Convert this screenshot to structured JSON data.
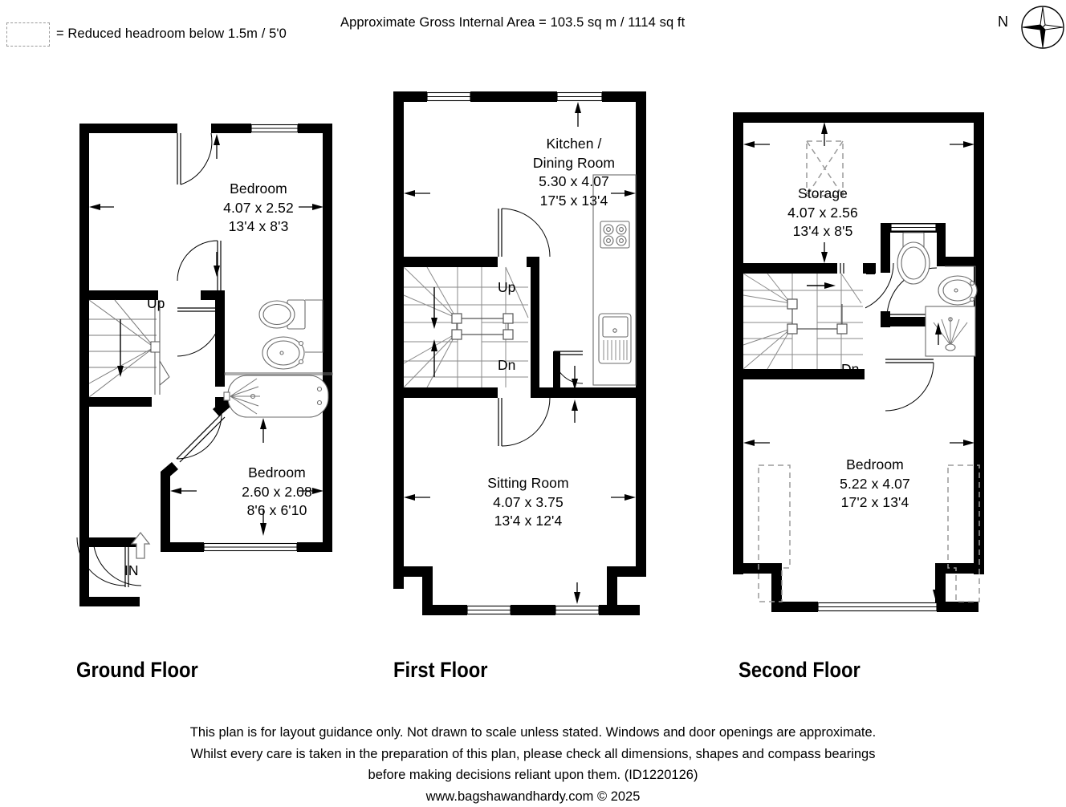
{
  "header": {
    "legend_note": "= Reduced headroom below 1.5m / 5'0",
    "area_note": "Approximate Gross Internal Area = 103.5 sq m / 1114 sq ft",
    "compass_label": "N"
  },
  "floors": [
    {
      "id": "ground",
      "title": "Ground Floor",
      "rooms": [
        {
          "name": "Bedroom",
          "metric": "4.07 x 2.52",
          "imperial": "13'4 x 8'3"
        },
        {
          "name": "Bedroom",
          "metric": "2.60 x 2.08",
          "imperial": "8'6 x 6'10"
        }
      ],
      "stair_labels": [
        "Up"
      ],
      "entry_label": "IN"
    },
    {
      "id": "first",
      "title": "First Floor",
      "rooms": [
        {
          "name": "Kitchen /",
          "name2": "Dining Room",
          "metric": "5.30 x 4.07",
          "imperial": "17'5 x 13'4"
        },
        {
          "name": "Sitting Room",
          "metric": "4.07 x 3.75",
          "imperial": "13'4 x 12'4"
        }
      ],
      "stair_labels": [
        "Up",
        "Dn"
      ]
    },
    {
      "id": "second",
      "title": "Second Floor",
      "rooms": [
        {
          "name": "Storage",
          "metric": "4.07 x 2.56",
          "imperial": "13'4 x 8'5"
        },
        {
          "name": "Bedroom",
          "metric": "5.22 x 4.07",
          "imperial": "17'2 x 13'4"
        }
      ],
      "stair_labels": [
        "Dn"
      ]
    }
  ],
  "footer": {
    "line1": "This plan is for layout guidance only. Not drawn to scale unless stated. Windows and door openings are approximate.",
    "line2": "Whilst every care is taken in the preparation of this plan, please check all dimensions, shapes and compass bearings",
    "line3": "before making decisions reliant upon them. (ID1220126)",
    "line4": "www.bagshawandhardy.com © 2025"
  },
  "colors": {
    "wall": "#000000",
    "background": "#ffffff",
    "fixture_line": "#555555",
    "dashed": "#9a9a9a"
  }
}
